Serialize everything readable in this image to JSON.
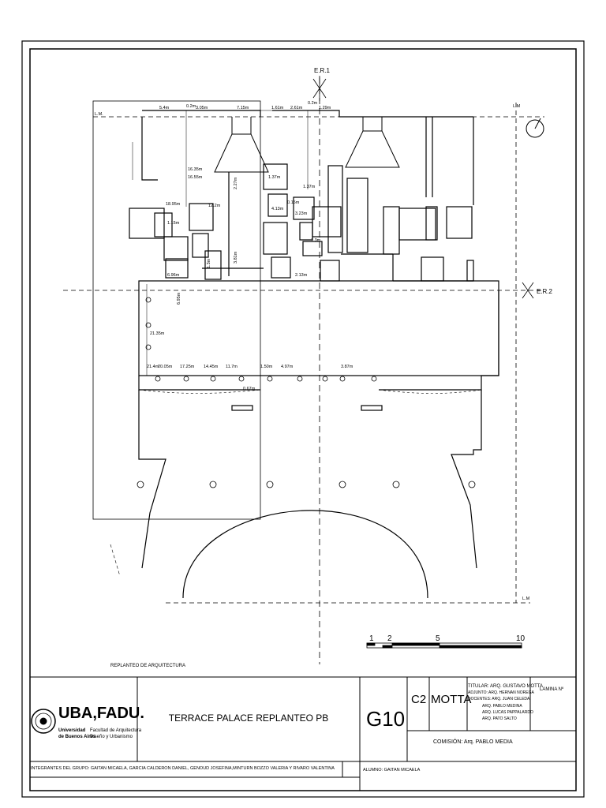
{
  "plan_labels": {
    "er1": "E.R.1",
    "er2": "E.R.2",
    "lm_top": "L.M.",
    "lm_right": "L.M",
    "lm_bottom": "L.M",
    "dims_top": [
      "5.4m",
      "0.2m",
      "3.05m",
      "7.15m",
      "1.61m",
      "2.61m",
      "0.2m",
      "1.29m"
    ],
    "dims_mid": [
      "16.35m",
      "16.55m",
      "18.95m",
      "12.2m",
      "1.15m",
      "2.27m",
      "1.37m",
      "1.37m",
      "4.13m",
      "3.23m",
      "0.15m",
      "3.81m",
      "1.3m",
      "2.13m",
      "1.3m"
    ],
    "dims_corridor": [
      "21.4m",
      "20.05m",
      "17.25m",
      "14.45m",
      "11.7m",
      "1.50m",
      "4.97m",
      "3.87m"
    ],
    "dims_left": [
      "21.35m",
      "6.96m",
      "6.95m"
    ],
    "dim_bottom": "0.67m",
    "replanteo_caption": "REPLANTEO DE ARQUITECTURA"
  },
  "scale_bar": {
    "ticks": [
      "1",
      "2",
      "5",
      "10"
    ]
  },
  "title_block": {
    "logo_brand": "UBA,FADU.",
    "logo_line1_left": "Universidad",
    "logo_line2_left": "de Buenos Aires",
    "logo_line1_right": "Facultad de Arquitectura",
    "logo_line2_right": "Diseño y Urbanismo",
    "project_title": "TERRACE PALACE REPLANTEO PB",
    "group_code": "G10",
    "cathedra_code": "C2",
    "cathedra_name": "MOTTA",
    "titular": "TITULAR: ARQ. GUSTAVO MOTTA",
    "adjunto": "ADJUNTO: ARQ. HERNAN NOREGA",
    "docentes": "DOCENTES: ARQ. JUAN CELEDA",
    "docente_2": "ARQ. PABLO MEDINA",
    "docente_3": "ARQ. LUCAS PAPPALARDO",
    "docente_4": "ARQ. PATO SALTO",
    "comision": "COMISIÓN: Arq. PABLO MEDIA",
    "lamina": "LAMINA Nº",
    "integrantes": "INTEGRANTES DEL GRUPO: GAITAN MICAELA, GARCIA CALDERON DANIEL, GENOUD JOSEFINA,MINTURN BOZZO VALERIA Y RIVARO VALENTINA",
    "alumno": "ALUMNO: GAITAN MICAELA"
  }
}
